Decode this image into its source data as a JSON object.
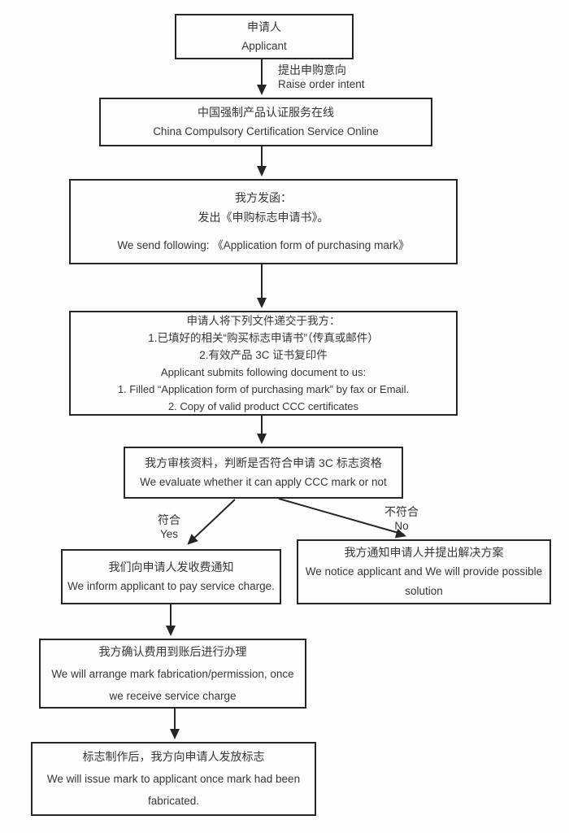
{
  "page": {
    "background": "#fdfdfd",
    "line_color": "#262626",
    "text_color": "#363636"
  },
  "flowchart": {
    "nodes": {
      "applicant": {
        "zh": "申请人",
        "en": "Applicant"
      },
      "service_online": {
        "zh": "中国强制产品认证服务在线",
        "en": "China Compulsory Certification Service Online"
      },
      "send_form": {
        "zh1": "我方发函：",
        "zh2": "发出《申购标志申请书》。",
        "en": "We send following: 《Application form of purchasing mark》"
      },
      "submit_documents": {
        "zh1": "申请人将下列文件递交于我方：",
        "zh2": "1.已填好的相关“购买标志申请书”（传真或邮件）",
        "zh3": "2.有效产品 3C 证书复印件",
        "en1": "Applicant submits following document to us:",
        "en2": "1. Filled “Application form of purchasing mark” by fax or Email.",
        "en3": "2. Copy of valid product CCC certificates"
      },
      "evaluate": {
        "zh": "我方审核资料，判断是否符合申请 3C 标志资格",
        "en": "We evaluate whether it can apply CCC mark or not"
      },
      "inform_charge": {
        "zh": "我们向申请人发收费通知",
        "en": "We inform applicant to pay service charge."
      },
      "notice_solution": {
        "zh": "我方通知申请人并提出解决方案",
        "en1": "We notice applicant and We will provide possible",
        "en2": "solution"
      },
      "arrange_fabrication": {
        "zh": "我方确认费用到账后进行办理",
        "en1": "We will arrange mark fabrication/permission, once",
        "en2": "we receive service charge"
      },
      "issue_mark": {
        "zh": "标志制作后，我方向申请人发放标志",
        "en1": "We will issue mark to applicant once mark had been",
        "en2": "fabricated."
      }
    },
    "edge_labels": {
      "raise_intent": {
        "zh": "提出申购意向",
        "en": "Raise order intent"
      },
      "yes": {
        "zh": "符合",
        "en": "Yes"
      },
      "no": {
        "zh": "不符合",
        "en": "No"
      }
    }
  }
}
